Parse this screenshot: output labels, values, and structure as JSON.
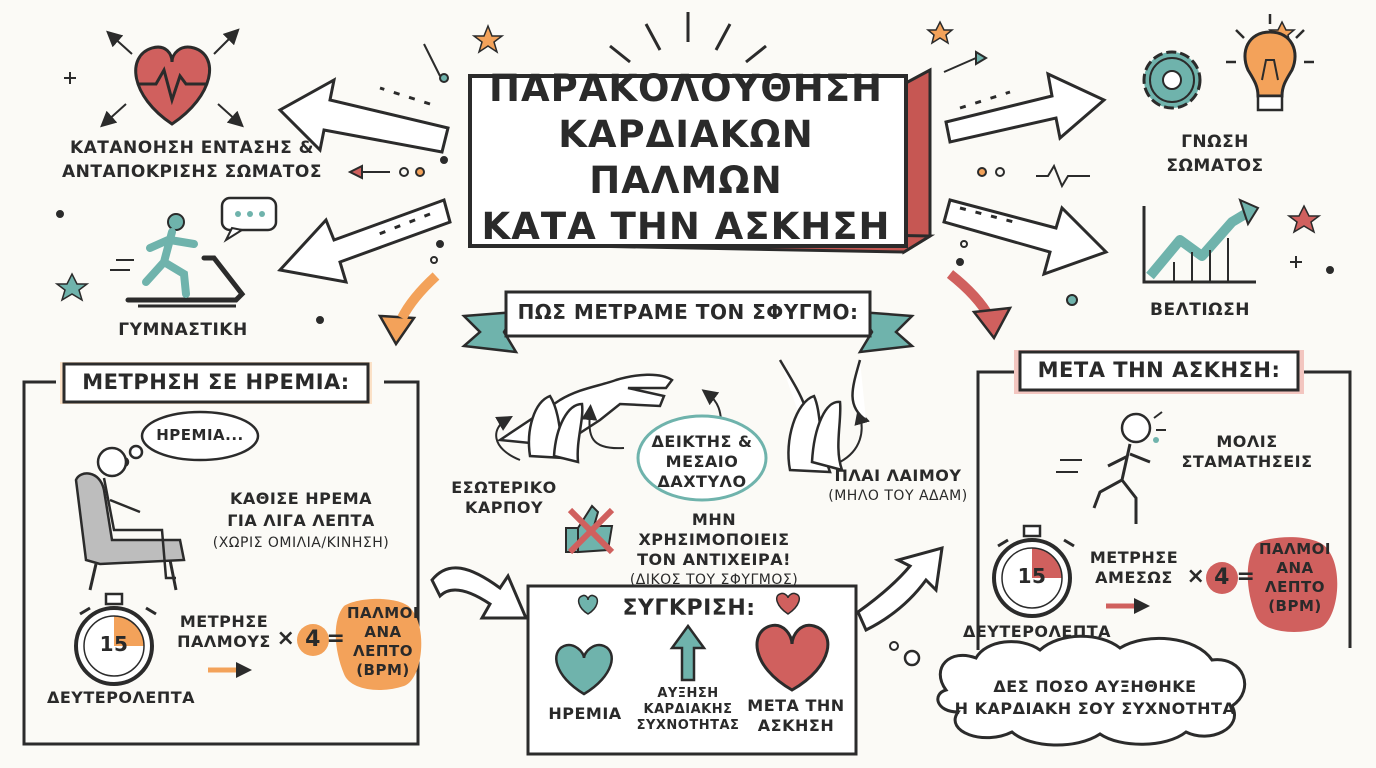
{
  "title": {
    "line1": "ΠΑΡΑΚΟΛΟΥΘΗΣΗ",
    "line2": "ΚΑΡΔΙΑΚΩΝ ΠΑΛΜΩΝ",
    "line3": "ΚΑΤΑ ΤΗΝ ΑΣΚΗΣΗ"
  },
  "benefits": {
    "top_left": {
      "line1": "ΚΑΤΑΝΟΗΣΗ ΕΝΤΑΣΗΣ &",
      "line2": "ΑΝΤΑΠΟΚΡΙΣΗΣ ΣΩΜΑΤΟΣ"
    },
    "mid_left": "ΓΥΜΝΑΣΤΙΚΗ",
    "top_right": {
      "line1": "ΓΝΩΣΗ",
      "line2": "ΣΩΜΑΤΟΣ"
    },
    "mid_right": "ΒΕΛΤΙΩΣΗ"
  },
  "how_to": {
    "banner": "ΠΩΣ ΜΕΤΡΑΜΕ ΤΟΝ ΣΦΥΓΜΟ:",
    "wrist": {
      "line1": "ΕΣΩΤΕΡΙΚΟ",
      "line2": "ΚΑΡΠΟΥ"
    },
    "fingers": {
      "line1": "ΔΕΙΚΤΗΣ &",
      "line2": "ΜΕΣΑΙΟ",
      "line3": "ΔΑΧΤΥΛΟ"
    },
    "neck": {
      "line1": "ΠΛΑΙ ΛΑΙΜΟΥ",
      "line2": "(ΜΗΛΟ ΤΟΥ ΑΔΑΜ)"
    },
    "warning": {
      "line1": "ΜΗΝ ΧΡΗΣΙΜΟΠΟΙΕΙΣ",
      "line2": "ΤΟΝ ΑΝΤΙΧΕΙΡΑ!",
      "line3": "(ΔΙΚΟΣ ΤΟΥ ΣΦΥΓΜΟΣ)"
    }
  },
  "rest": {
    "heading": "ΜΕΤΡΗΣΗ ΣΕ ΗΡΕΜΙΑ:",
    "thought": "ΗΡΕΜΙΑ...",
    "instruction": {
      "line1": "ΚΑΘΙΣΕ ΗΡΕΜΑ",
      "line2": "ΓΙΑ ΛΙΓΑ ΛΕΠΤΑ",
      "line3": "(ΧΩΡΙΣ ΟΜΙΛΙΑ/ΚΙΝΗΣΗ)"
    },
    "timer": "15",
    "timer_label": "ΔΕΥΤΕΡΟΛΕΠΤΑ",
    "count": {
      "line1": "ΜΕΤΡΗΣΕ",
      "line2": "ΠΑΛΜΟΥΣ"
    },
    "times": "×",
    "multiplier": "4",
    "equals": "=",
    "result": {
      "line1": "ΠΑΛΜΟΙ",
      "line2": "ΑΝΑ",
      "line3": "ΛΕΠΤΟ",
      "line4": "(BPM)"
    }
  },
  "after": {
    "heading": "ΜΕΤΑ ΤΗΝ ΑΣΚΗΣΗ:",
    "stop": {
      "line1": "ΜΟΛΙΣ",
      "line2": "ΣΤΑΜΑΤΗΣΕΙΣ"
    },
    "timer": "15",
    "timer_label": "ΔΕΥΤΕΡΟΛΕΠΤΑ",
    "count": {
      "line1": "ΜΕΤΡΗΣΕ",
      "line2": "ΑΜΕΣΩΣ"
    },
    "times": "×",
    "multiplier": "4",
    "equals": "=",
    "result": {
      "line1": "ΠΑΛΜΟΙ",
      "line2": "ΑΝΑ",
      "line3": "ΛΕΠΤΟ",
      "line4": "(BPM)"
    },
    "cloud": {
      "line1": "ΔΕΣ ΠΟΣΟ ΑΥΞΗΘΗΚΕ",
      "line2": "Η ΚΑΡΔΙΑΚΗ ΣΟΥ ΣΥΧΝΟΤΗΤΑ"
    }
  },
  "compare": {
    "heading": "ΣΥΓΚΡΙΣΗ:",
    "rest": "ΗΡΕΜΙΑ",
    "increase": {
      "line1": "ΑΥΞΗΣΗ",
      "line2": "ΚΑΡΔΙΑΚΗΣ",
      "line3": "ΣΥΧΝΟΤΗΤΑΣ"
    },
    "after": {
      "line1": "ΜΕΤΑ ΤΗΝ",
      "line2": "ΑΣΚΗΣΗ"
    }
  },
  "colors": {
    "red": "#d0605e",
    "teal": "#6fb3ac",
    "orange": "#f3a25a",
    "dark": "#2b2b2b"
  },
  "icons": [
    "heart-pulse-icon",
    "treadmill-runner-icon",
    "speech-bubble-icon",
    "gear-icon",
    "lightbulb-icon",
    "growth-chart-icon",
    "stopwatch-icon",
    "sitting-person-icon",
    "running-person-icon",
    "hand-wrist-icon",
    "neck-pulse-icon",
    "no-thumb-icon",
    "teal-heart-icon",
    "red-heart-icon",
    "up-arrow-icon"
  ]
}
